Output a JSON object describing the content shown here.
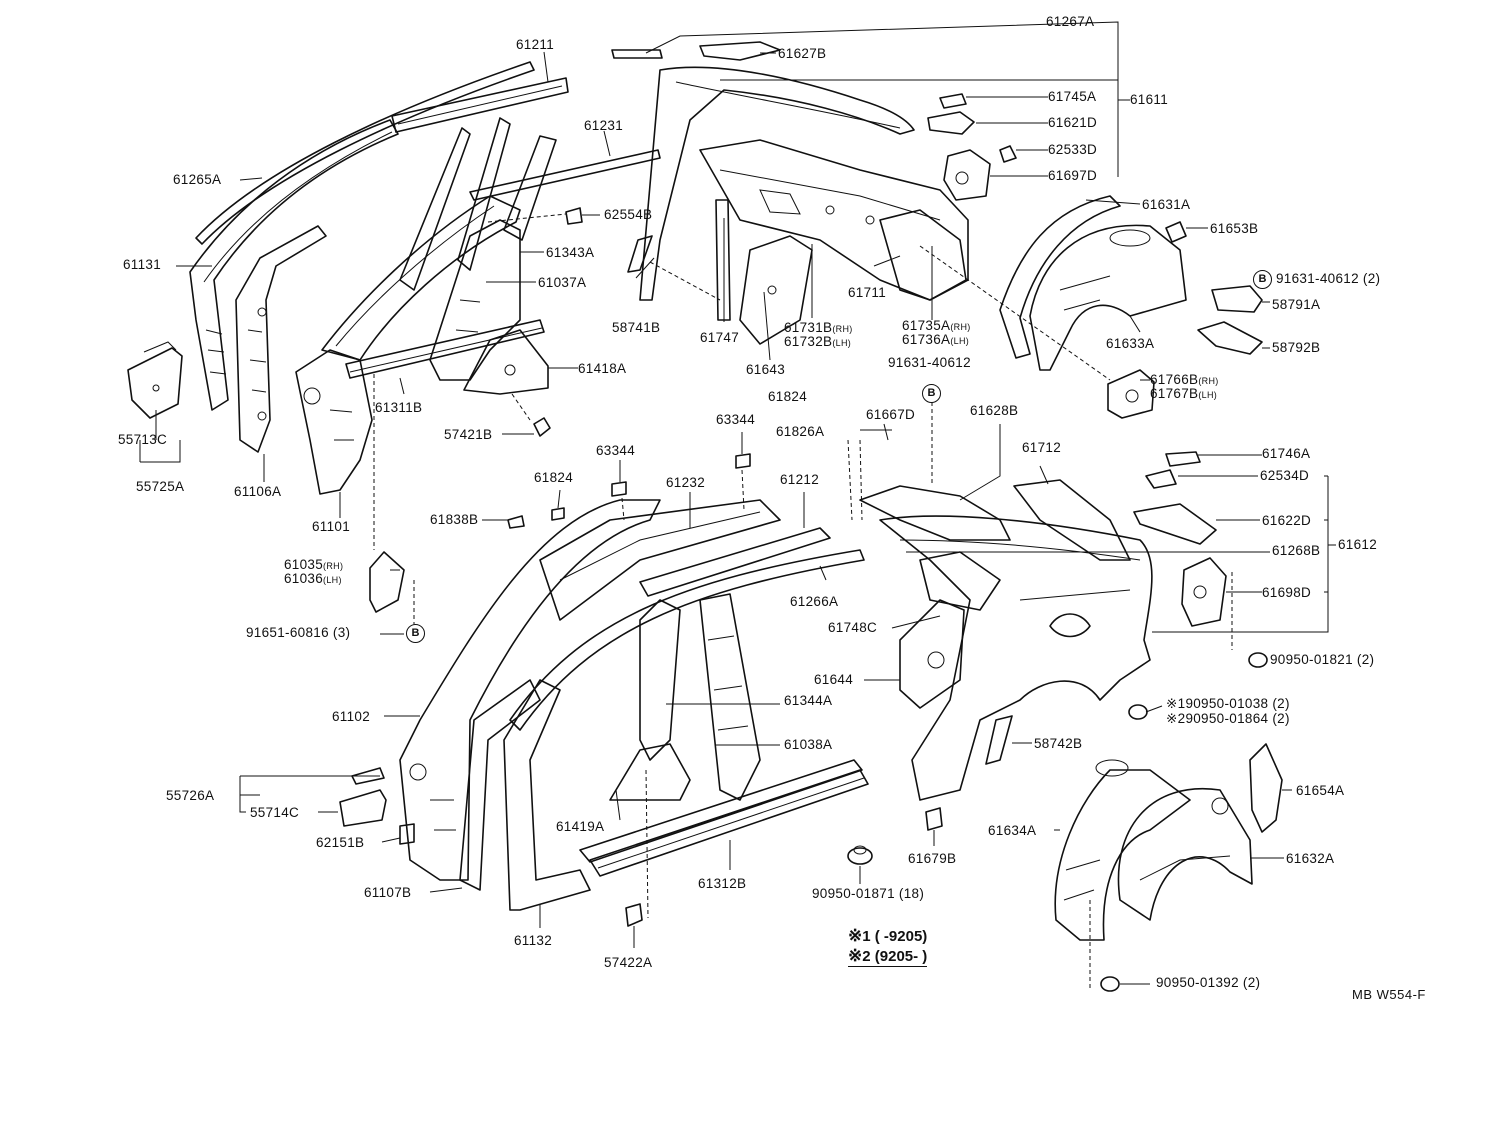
{
  "labels": {
    "p61267A": "61267A",
    "p61627B": "61627B",
    "p61211": "61211",
    "p61231": "61231",
    "p61265A": "61265A",
    "p61611": "61611",
    "p61745A": "61745A",
    "p61621D": "61621D",
    "p62533D": "62533D",
    "p61697D": "61697D",
    "p61631A": "61631A",
    "p61653B": "61653B",
    "p91631_40612_2": "91631-40612 (2)",
    "p58791A": "58791A",
    "p58792B": "58792B",
    "p61633A": "61633A",
    "p62554B": "62554B",
    "p61131": "61131",
    "p61343A": "61343A",
    "p61037A": "61037A",
    "p58741B": "58741B",
    "p61747": "61747",
    "p61731B": "61731B",
    "p61732B": "61732B",
    "p61643": "61643",
    "p61711": "61711",
    "p61735A": "61735A",
    "p61736A": "61736A",
    "p91631_40612": "91631-40612",
    "p61766B": "61766B",
    "p61767B": "61767B",
    "p61418A": "61418A",
    "p61311B": "61311B",
    "p55713C": "55713C",
    "p55725A": "55725A",
    "p61106A": "61106A",
    "p57421B": "57421B",
    "p61101": "61101",
    "p61824a": "61824",
    "p61826A": "61826A",
    "p61667D": "61667D",
    "p61628B": "61628B",
    "p63344a": "63344",
    "p63344b": "63344",
    "p61824b": "61824",
    "p61232": "61232",
    "p61212": "61212",
    "p61712": "61712",
    "p61746A": "61746A",
    "p62534D": "62534D",
    "p61622D": "61622D",
    "p61838B": "61838B",
    "p61268B": "61268B",
    "p61612": "61612",
    "p61035": "61035",
    "p61036": "61036",
    "p61266A": "61266A",
    "p61698D": "61698D",
    "p91651_60816": "91651-60816 (3)",
    "p61748C": "61748C",
    "p90950_01821": "90950-01821 (2)",
    "p61644": "61644",
    "p90950_01038": "90950-01038 (2)",
    "p90950_01864": "90950-01864 (2)",
    "p61102": "61102",
    "p61344A": "61344A",
    "p58742B": "58742B",
    "p61038A": "61038A",
    "p55726A": "55726A",
    "p55714C": "55714C",
    "p61654A": "61654A",
    "p61419A": "61419A",
    "p62151B": "62151B",
    "p61634A": "61634A",
    "p61632A": "61632A",
    "p61679B": "61679B",
    "p61107B": "61107B",
    "p61312B": "61312B",
    "p90950_01871": "90950-01871 (18)",
    "p61132": "61132",
    "p57422A": "57422A",
    "p90950_01392": "90950-01392 (2)"
  },
  "suffix": {
    "rh": "(RH)",
    "lh": "(LH)"
  },
  "marks": {
    "star": "※",
    "b": "B",
    "one": "1",
    "two": "2"
  },
  "notes": {
    "n1_range": "(      -9205)",
    "n2_range": "(9205-        )"
  },
  "code": "MB W554-F"
}
